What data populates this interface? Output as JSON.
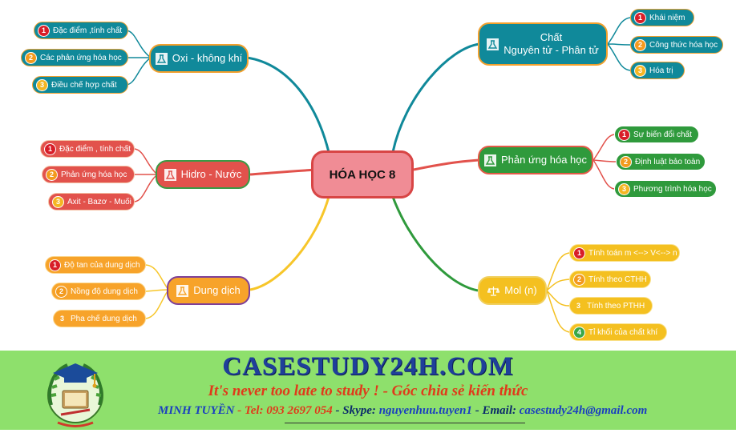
{
  "mindmap": {
    "center": "HÓA HỌC 8",
    "branches": {
      "oxi": {
        "label": "Oxi - không khí",
        "items": [
          "Đặc điểm ,tính chất",
          "Các phản ứng hóa học",
          "Điều chế hợp chất"
        ]
      },
      "hidro": {
        "label": "Hidro - Nước",
        "items": [
          "Đặc điểm , tính chất",
          "Phản ứng hóa học",
          "Axit - Bazơ - Muối"
        ]
      },
      "dungdich": {
        "label": "Dung dịch",
        "items": [
          "Độ tan của dung dịch",
          "Nồng độ dung dịch",
          "Pha chế dung dịch"
        ]
      },
      "chat": {
        "line1": "Chất",
        "line2": "Nguyên tử - Phân tử",
        "items": [
          "Khái niệm",
          "Công thức hóa học",
          "Hóa trị"
        ]
      },
      "phanung": {
        "label": "Phản ứng hóa học",
        "items": [
          "Sự biến đổi chất",
          "Định luật bảo toàn",
          "Phương trình hóa học"
        ]
      },
      "mol": {
        "label": "Mol (n)",
        "items": [
          "Tính toán m <--> V<--> n",
          "Tính theo CTHH",
          "Tính theo PTHH",
          "Tỉ khối của chất khí"
        ]
      }
    },
    "numbers": [
      "1",
      "2",
      "3",
      "4"
    ]
  },
  "banner": {
    "site": "CASESTUDY24H.COM",
    "tagline": "It's never too late to study ! - Góc chia sẻ kiến thức",
    "name": "MINH TUYỀN",
    "tel_label": " - Tel: ",
    "tel": "093 2697 054",
    "skype_label": "  - Skype: ",
    "skype": "nguyenhuu.tuyen1",
    "email_label": " - Email: ",
    "email": "casestudy24h@gmail.com"
  },
  "colors": {
    "teal": "#10899a",
    "red": "#e2524c",
    "orange": "#f7a32a",
    "green": "#2f9a3c",
    "yellow": "#f4c020",
    "banner": "#8ee06c"
  }
}
